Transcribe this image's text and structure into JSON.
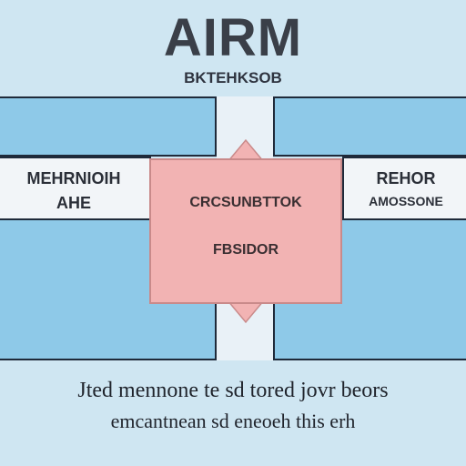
{
  "title": "AIRM",
  "subtitle": "BKTEHKSOB",
  "left_box": {
    "line1": "MEHRNIOIH",
    "line2": "AHE"
  },
  "center_box": {
    "line1": "CRCSUNBTTOK",
    "line2": "FBSIDOR"
  },
  "right_box": {
    "line1": "REHOR",
    "line2": "AMOSSONE"
  },
  "caption": {
    "line1": "Jted mennone te sd tored jovr beors",
    "line2": "emcantnean sd eneoeh this erh"
  },
  "colors": {
    "background": "#cfe6f2",
    "panel_blue": "#8ec9e8",
    "label_white": "#f2f5f8",
    "center_pink": "#f2b3b3",
    "outline": "#1f2a3a",
    "text": "#2b2f38"
  }
}
